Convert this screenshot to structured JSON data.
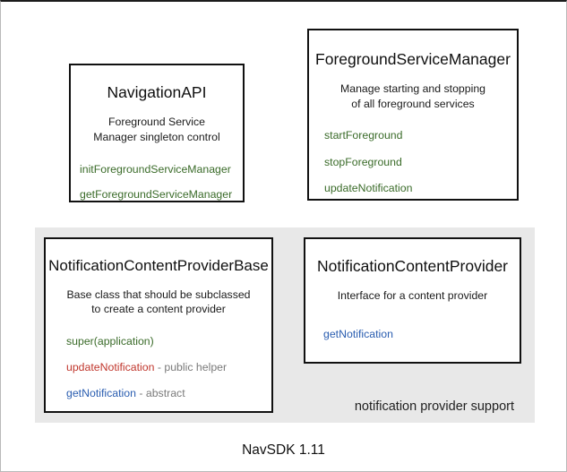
{
  "diagram": {
    "footer_caption": "NavSDK 1.11",
    "group": {
      "label": "notification provider support"
    },
    "boxes": [
      {
        "id": "navigation-api",
        "title": "NavigationAPI",
        "description_line1": "Foreground Service",
        "description_line2": "Manager singleton control",
        "members": [
          {
            "name": "initForegroundServiceManager",
            "color": "green",
            "note": ""
          },
          {
            "name": "getForegroundServiceManager",
            "color": "green",
            "note": ""
          }
        ]
      },
      {
        "id": "foreground-service-manager",
        "title": "ForegroundServiceManager",
        "description_line1": "Manage starting and stopping",
        "description_line2": "of all foreground services",
        "members": [
          {
            "name": "startForeground",
            "color": "green",
            "note": ""
          },
          {
            "name": "stopForeground",
            "color": "green",
            "note": ""
          },
          {
            "name": "updateNotification",
            "color": "green",
            "note": ""
          }
        ]
      },
      {
        "id": "notification-content-provider-base",
        "title": "NotificationContentProviderBase",
        "description_line1": "Base class that should be subclassed",
        "description_line2": "to create a content provider",
        "members": [
          {
            "name": "super(application)",
            "color": "green",
            "note": ""
          },
          {
            "name": "updateNotification",
            "color": "red",
            "note": " - public helper"
          },
          {
            "name": "getNotification",
            "color": "blue",
            "note": " - abstract"
          }
        ]
      },
      {
        "id": "notification-content-provider",
        "title": "NotificationContentProvider",
        "description_line1": "Interface for a content provider",
        "description_line2": "",
        "members": [
          {
            "name": "getNotification",
            "color": "blue",
            "note": ""
          }
        ]
      }
    ],
    "colors": {
      "green": "#3a6b29",
      "red": "#c0362c",
      "blue": "#2a5db0",
      "note_gray": "#7a7a7a",
      "panel_gray": "#e8e8e8",
      "box_border": "#111111",
      "background": "#ffffff"
    }
  }
}
